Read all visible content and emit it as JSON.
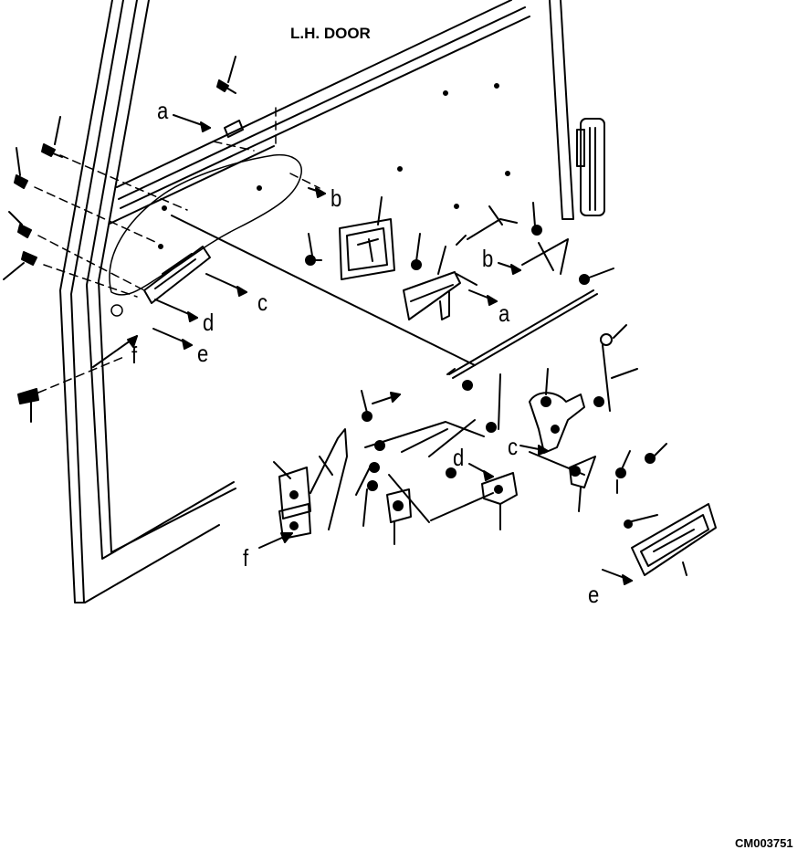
{
  "title": "L.H. DOOR",
  "drawing_code": "CM003751",
  "refs": {
    "a_top": "a",
    "a_right": "a",
    "b_top": "b",
    "b_right": "b",
    "c_top": "c",
    "c_lower": "c",
    "d_top": "d",
    "d_lower": "d",
    "e_top": "e",
    "e_lower": "e",
    "f_left": "f",
    "f_lower": "f"
  }
}
